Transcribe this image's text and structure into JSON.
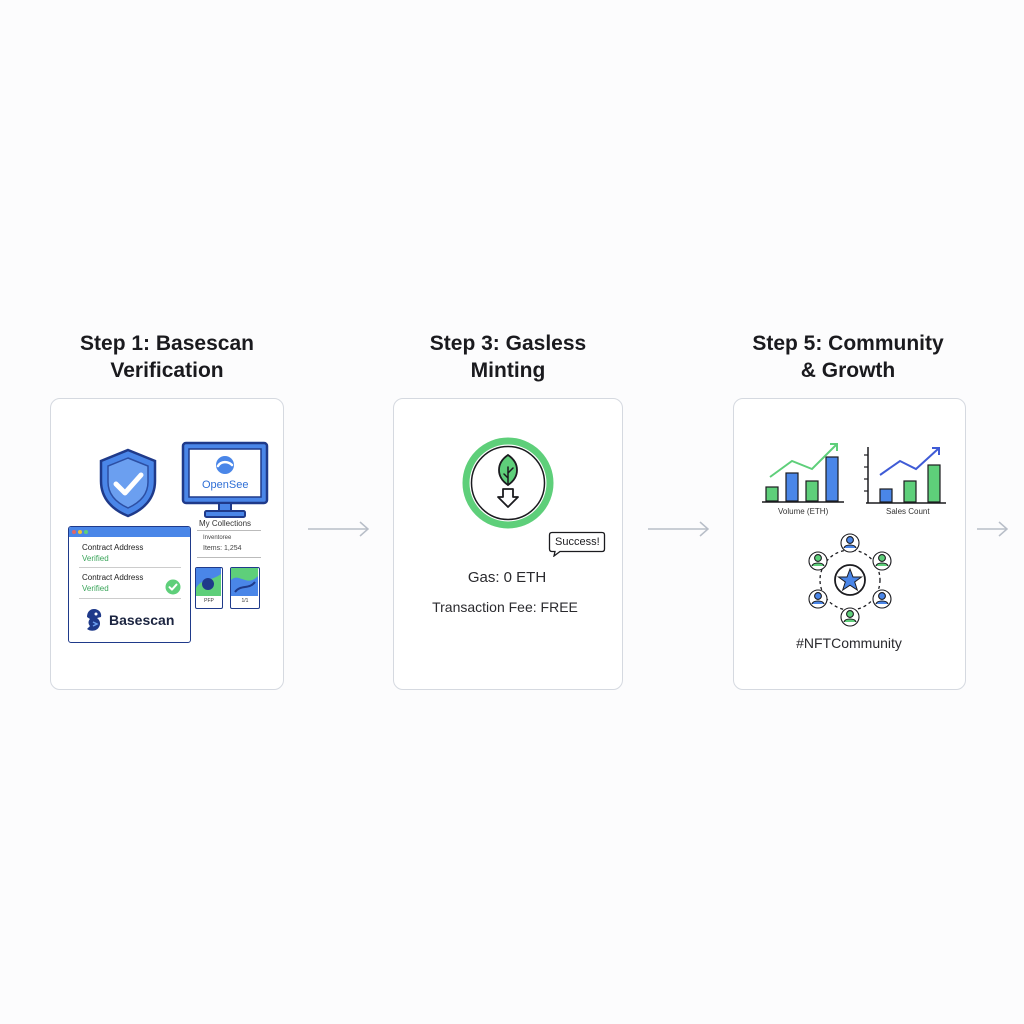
{
  "steps": [
    {
      "title_line1": "Step 1: Basescan",
      "title_line2": "Verification",
      "opensea_label": "OpenSee",
      "collections_title": "My Collections",
      "collections_line1": "Inventoree",
      "collections_line2": "Items: 1,254",
      "thumb1_label": "PFP",
      "thumb2_label": "1/1",
      "row1_label": "Contract Address",
      "row1_status": "Verified",
      "row2_label": "Contract Address",
      "row2_status": "Verified",
      "brand": "Basescan"
    },
    {
      "title_line1": "Step 3: Gasless",
      "title_line2": "Minting",
      "bubble": "Success!",
      "gas": "Gas: 0 ETH",
      "fee": "Transaction Fee: FREE"
    },
    {
      "title_line1": "Step 5: Community",
      "title_line2": "& Growth",
      "chart1_label": "Volume (ETH)",
      "chart2_label": "Sales Count",
      "hashtag": "#NFTCommunity"
    }
  ],
  "colors": {
    "accent_blue": "#4a86e8",
    "accent_green": "#5ecf7a",
    "navy": "#1f3a8a",
    "border": "#d5d9e0",
    "arrow": "#b8bec8"
  },
  "icons": [
    "shield-check-icon",
    "monitor-icon",
    "leaf-mint-icon",
    "community-star-icon",
    "bar-chart-icon",
    "arrow-right-icon"
  ]
}
